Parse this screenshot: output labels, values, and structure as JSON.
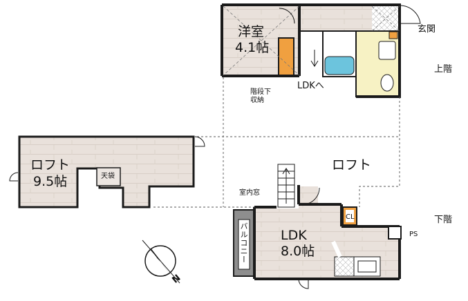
{
  "rooms": {
    "western_room": {
      "name": "洋室",
      "size": "4.1帖"
    },
    "loft_left": {
      "name": "ロフト",
      "size": "9.5帖"
    },
    "loft_center": {
      "name": "ロフト"
    },
    "ldk": {
      "name": "LDK",
      "size": "8.0帖"
    }
  },
  "labels": {
    "entrance": "玄関",
    "upper_floor": "上階",
    "lower_floor": "下階",
    "to_ldk": "LDKへ",
    "under_stair_storage": "階段下\n収納",
    "attic": "天袋",
    "indoor_window": "室内窓",
    "balcony": "バルコニー",
    "closet": "CL",
    "pipe_space": "PS",
    "compass_north": "N"
  },
  "colors": {
    "wall": "#1a1a1a",
    "wood_floor": "#e9e1db",
    "storage": "#f0a040",
    "bathroom_floor": "#f7f2c4",
    "bathtub": "#6cc4dd",
    "balcony": "#8e8e8e",
    "dashed_line": "#555555"
  }
}
